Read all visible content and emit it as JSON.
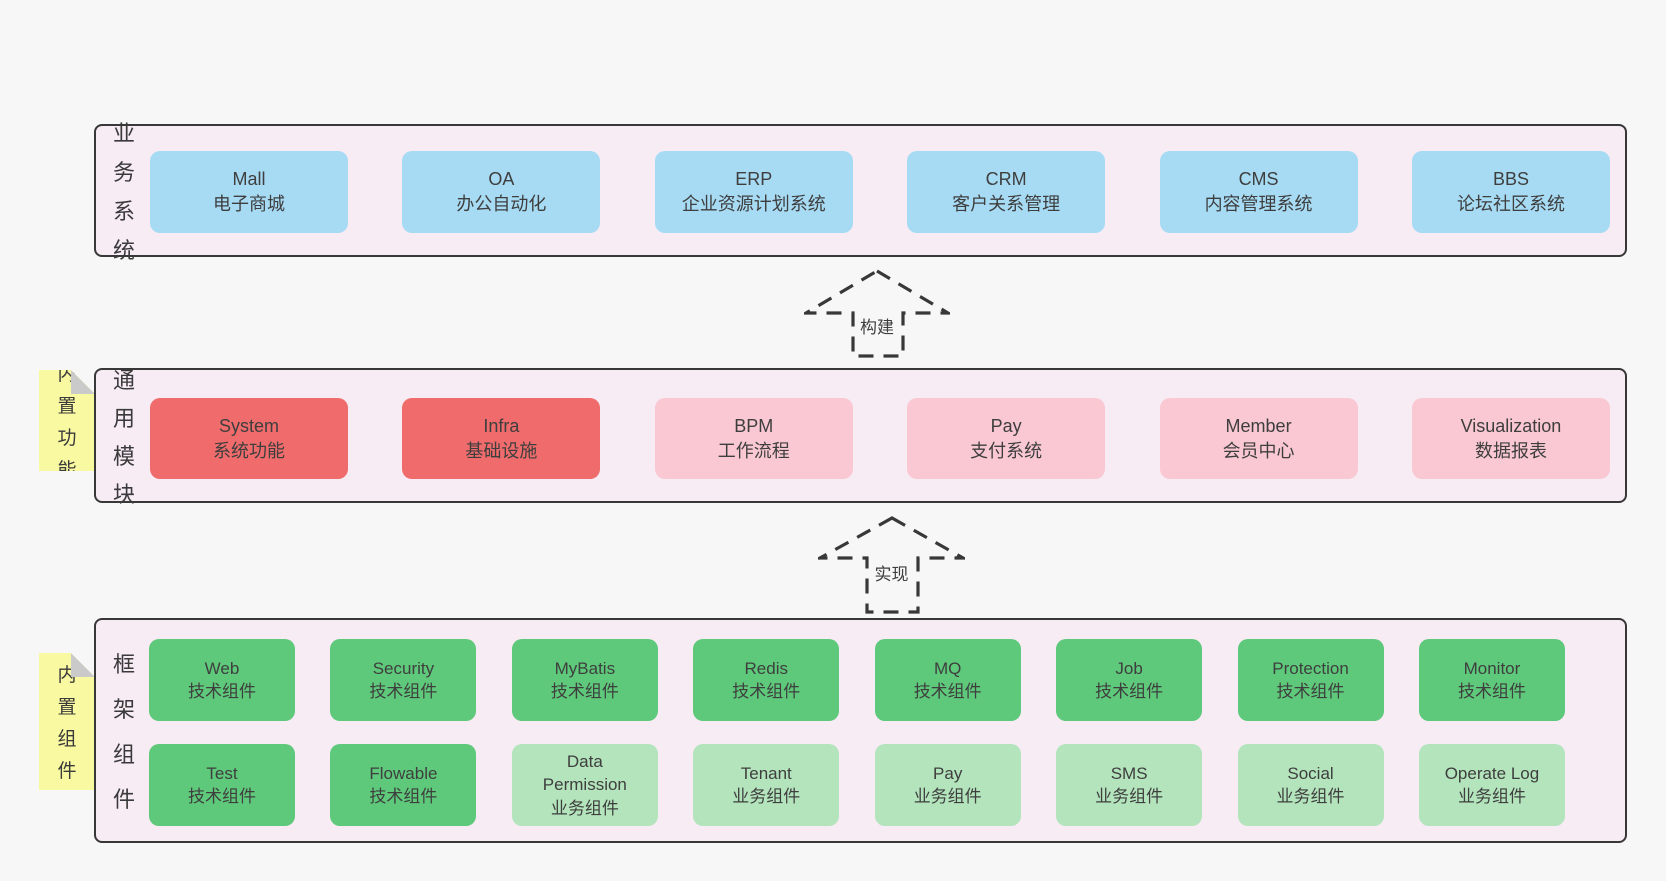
{
  "colors": {
    "page_bg": "#f7f7f7",
    "band_bg": "#f7ebf4",
    "band_border": "#383838",
    "blue": "#a7dbf4",
    "red": "#f06b6b",
    "pink": "#f9c8d2",
    "green_dark": "#5ec97a",
    "green_light": "#b3e4bc",
    "note_yellow": "#f9f9a1",
    "note_fold": "#cacaca",
    "text": "#3e3e3e",
    "arrow": "#383838"
  },
  "bands": [
    {
      "id": "business-systems",
      "label": "业务系统",
      "boxes": [
        {
          "title": "Mall",
          "subtitle": "电子商城",
          "color": "blue"
        },
        {
          "title": "OA",
          "subtitle": "办公自动化",
          "color": "blue"
        },
        {
          "title": "ERP",
          "subtitle": "企业资源计划系统",
          "color": "blue"
        },
        {
          "title": "CRM",
          "subtitle": "客户关系管理",
          "color": "blue"
        },
        {
          "title": "CMS",
          "subtitle": "内容管理系统",
          "color": "blue"
        },
        {
          "title": "BBS",
          "subtitle": "论坛社区系统",
          "color": "blue"
        }
      ]
    },
    {
      "id": "common-modules",
      "label": "通用模块",
      "note": "内置功能",
      "boxes": [
        {
          "title": "System",
          "subtitle": "系统功能",
          "color": "red"
        },
        {
          "title": "Infra",
          "subtitle": "基础设施",
          "color": "red"
        },
        {
          "title": "BPM",
          "subtitle": "工作流程",
          "color": "pink"
        },
        {
          "title": "Pay",
          "subtitle": "支付系统",
          "color": "pink"
        },
        {
          "title": "Member",
          "subtitle": "会员中心",
          "color": "pink"
        },
        {
          "title": "Visualization",
          "subtitle": "数据报表",
          "color": "pink"
        }
      ]
    },
    {
      "id": "framework-components",
      "label": "框架组件",
      "note": "内置组件",
      "rows": [
        [
          {
            "title": "Web",
            "subtitle": "技术组件",
            "color": "green-dark"
          },
          {
            "title": "Security",
            "subtitle": "技术组件",
            "color": "green-dark"
          },
          {
            "title": "MyBatis",
            "subtitle": "技术组件",
            "color": "green-dark"
          },
          {
            "title": "Redis",
            "subtitle": "技术组件",
            "color": "green-dark"
          },
          {
            "title": "MQ",
            "subtitle": "技术组件",
            "color": "green-dark"
          },
          {
            "title": "Job",
            "subtitle": "技术组件",
            "color": "green-dark"
          },
          {
            "title": "Protection",
            "subtitle": "技术组件",
            "color": "green-dark"
          },
          {
            "title": "Monitor",
            "subtitle": "技术组件",
            "color": "green-dark"
          }
        ],
        [
          {
            "title": "Test",
            "subtitle": "技术组件",
            "color": "green-dark"
          },
          {
            "title": "Flowable",
            "subtitle": "技术组件",
            "color": "green-dark"
          },
          {
            "title": "Data Permission",
            "subtitle": "业务组件",
            "color": "green-light"
          },
          {
            "title": "Tenant",
            "subtitle": "业务组件",
            "color": "green-light"
          },
          {
            "title": "Pay",
            "subtitle": "业务组件",
            "color": "green-light"
          },
          {
            "title": "SMS",
            "subtitle": "业务组件",
            "color": "green-light"
          },
          {
            "title": "Social",
            "subtitle": "业务组件",
            "color": "green-light"
          },
          {
            "title": "Operate Log",
            "subtitle": "业务组件",
            "color": "green-light"
          }
        ]
      ]
    }
  ],
  "arrows": [
    {
      "label": "构建"
    },
    {
      "label": "实现"
    }
  ]
}
